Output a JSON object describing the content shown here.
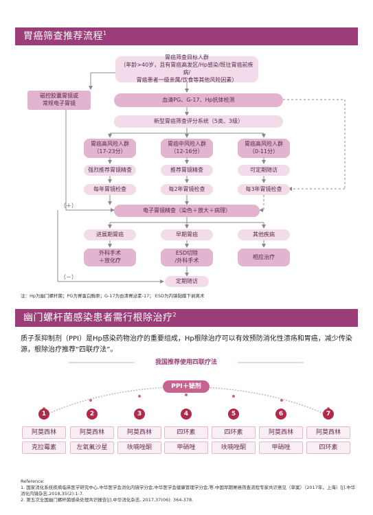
{
  "screening": {
    "header": "胃癌筛查推荐流程",
    "header_sup": "1",
    "target": {
      "line1": "胃癌筛查目标人群",
      "line2": "（年龄>40岁，且有胃癌高发区/Hp感染/既往胃癌前疾病/",
      "line3": "胃癌患者一级亲属/饮食等其他风险因素）"
    },
    "alt_method": {
      "line1": "磁控胶囊胃镜或",
      "line2": "常规电子胃镜"
    },
    "serum": "血清PG、G-17、Hp抗体检测",
    "scoring": "新型胃癌筛查评分系统（5类、3级）",
    "risk_groups": [
      {
        "name": "胃癌高风险人群",
        "range": "（17-23分）",
        "action": "强烈推荐胃镜精查",
        "freq": "每年胃镜检查"
      },
      {
        "name": "胃癌中风险人群",
        "range": "（12-16分）",
        "action": "推荐胃镜精查",
        "freq": "每2年胃镜检查"
      },
      {
        "name": "胃癌高风险人群",
        "range": "（0-11分）",
        "action": "可定期随访",
        "freq": "每3年胃镜检查"
      }
    ],
    "endoscopy": "电子胃镜精查（染色＋放大＋病理）",
    "positive": "（＋）",
    "negative": "（－）",
    "outcomes": [
      {
        "name": "进展期胃癌",
        "treat_line1": "外科手术",
        "treat_line2": "＋放化疗"
      },
      {
        "name": "早期胃癌",
        "treat_line1": "ESD切除",
        "treat_line2": "/外科手术"
      },
      {
        "name": "其他疾病",
        "treat_line1": "相应治疗",
        "treat_line2": ""
      }
    ],
    "followup": "定期随访",
    "note": "注：Hp为幽门螺杆菌；PG为胃蛋白酶原；G-17为血清胃泌素-17； ESD为内镜黏膜下剥离术"
  },
  "eradication": {
    "header": "幽门螺杆菌感染患者需行根除治疗",
    "header_sup": "2",
    "intro": "质子泵抑制剂（PPI）是Hp感染药物治疗的重要组成，Hp根除治疗可以有效预防消化性溃疡和胃癌，减少传染源，根除治疗推荐“四联疗法”。",
    "title": "我国推荐使用四联疗法",
    "ppi": "PPI＋铋剂",
    "regimens": [
      {
        "num": "1",
        "drug1": "阿莫西林",
        "drug2": "克拉霉素"
      },
      {
        "num": "2",
        "drug1": "阿莫西林",
        "drug2": "左氧氟沙星"
      },
      {
        "num": "3",
        "drug1": "阿莫西林",
        "drug2": "呋喃唑酮"
      },
      {
        "num": "4",
        "drug1": "四环素",
        "drug2": "甲硝唑"
      },
      {
        "num": "5",
        "drug1": "四环素",
        "drug2": "呋喃唑酮"
      },
      {
        "num": "6",
        "drug1": "阿莫西林",
        "drug2": "甲硝唑"
      },
      {
        "num": "7",
        "drug1": "阿莫西林",
        "drug2": "四环素"
      }
    ]
  },
  "references": {
    "label": "Reference:",
    "items": [
      "1. 国家消化系统疾病临床医学研究中心,中华医学会消化内镜学分会,中华医学会健康管理学分会,等.中国早期胃癌筛查流程专家共识意见（草案）（2017年，上海）[J].中华消化内镜杂志,2018,35(2):1-7.",
      "2. 第五次全国幽门螺杆菌感染处理共识报告[J].中华消化杂志, 2017,37(06): 364-378."
    ]
  },
  "colors": {
    "brand": "#9b3d79",
    "box": "#f2dcea",
    "box_dark": "#e3b4d0",
    "number": "#b22a4a"
  }
}
